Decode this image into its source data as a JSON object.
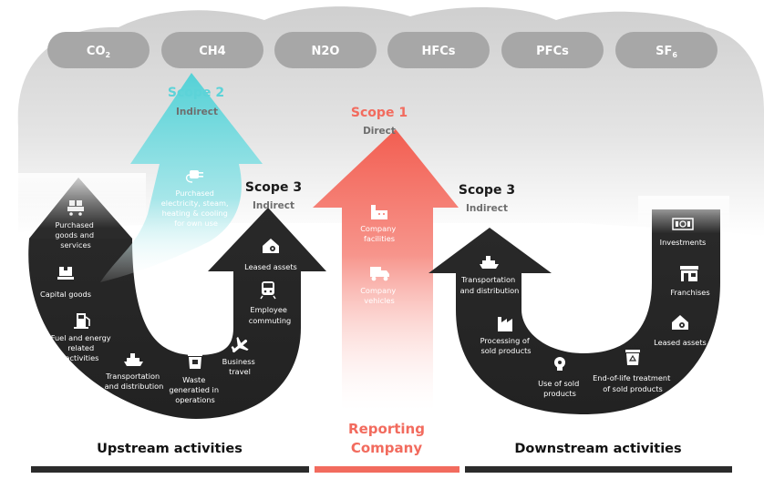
{
  "gases": [
    {
      "label": "CO",
      "sub": "2"
    },
    {
      "label": "CH4",
      "sub": ""
    },
    {
      "label": "N2O",
      "sub": ""
    },
    {
      "label": "HFCs",
      "sub": ""
    },
    {
      "label": "PFCs",
      "sub": ""
    },
    {
      "label": "SF",
      "sub": "6"
    }
  ],
  "scope2": {
    "title": "Scope 2",
    "subtitle": "Indirect",
    "item": [
      "Purchased",
      "electricity, steam,",
      "heating & cooling",
      "for own use"
    ]
  },
  "scope1": {
    "title": "Scope 1",
    "subtitle": "Direct",
    "items": [
      {
        "lines": [
          "Company",
          "facilities"
        ]
      },
      {
        "lines": [
          "Company",
          "vehicles"
        ]
      }
    ]
  },
  "scope3_upstream": {
    "title": "Scope 3",
    "subtitle": "Indirect",
    "items": [
      {
        "lines": [
          "Purchased",
          "goods and",
          "services"
        ]
      },
      {
        "lines": [
          "Capital goods"
        ]
      },
      {
        "lines": [
          "Fuel and energy",
          "related",
          "activities"
        ]
      },
      {
        "lines": [
          "Transportation",
          "and distribution"
        ]
      },
      {
        "lines": [
          "Waste",
          "generatied in",
          "operations"
        ]
      },
      {
        "lines": [
          "Business",
          "travel"
        ]
      },
      {
        "lines": [
          "Employee",
          "commuting"
        ]
      },
      {
        "lines": [
          "Leased assets"
        ]
      }
    ]
  },
  "scope3_downstream": {
    "title": "Scope 3",
    "subtitle": "Indirect",
    "items": [
      {
        "lines": [
          "Transportation",
          "and distribution"
        ]
      },
      {
        "lines": [
          "Processing of",
          "sold products"
        ]
      },
      {
        "lines": [
          "Use of sold",
          "products"
        ]
      },
      {
        "lines": [
          "End-of-life treatment",
          "of sold products"
        ]
      },
      {
        "lines": [
          "Leased assets"
        ]
      },
      {
        "lines": [
          "Franchises"
        ]
      },
      {
        "lines": [
          "Investments"
        ]
      }
    ]
  },
  "reporting": {
    "line1": "Reporting",
    "line2": "Company"
  },
  "bottom": {
    "upstream": "Upstream activities",
    "downstream": "Downstream activities"
  },
  "colors": {
    "scope1": "#f26b5e",
    "scope2": "#5cd3d8",
    "scope3": "#2b2b2b",
    "pill": "#a7a7a7",
    "cloud": "#d6d6d6"
  }
}
